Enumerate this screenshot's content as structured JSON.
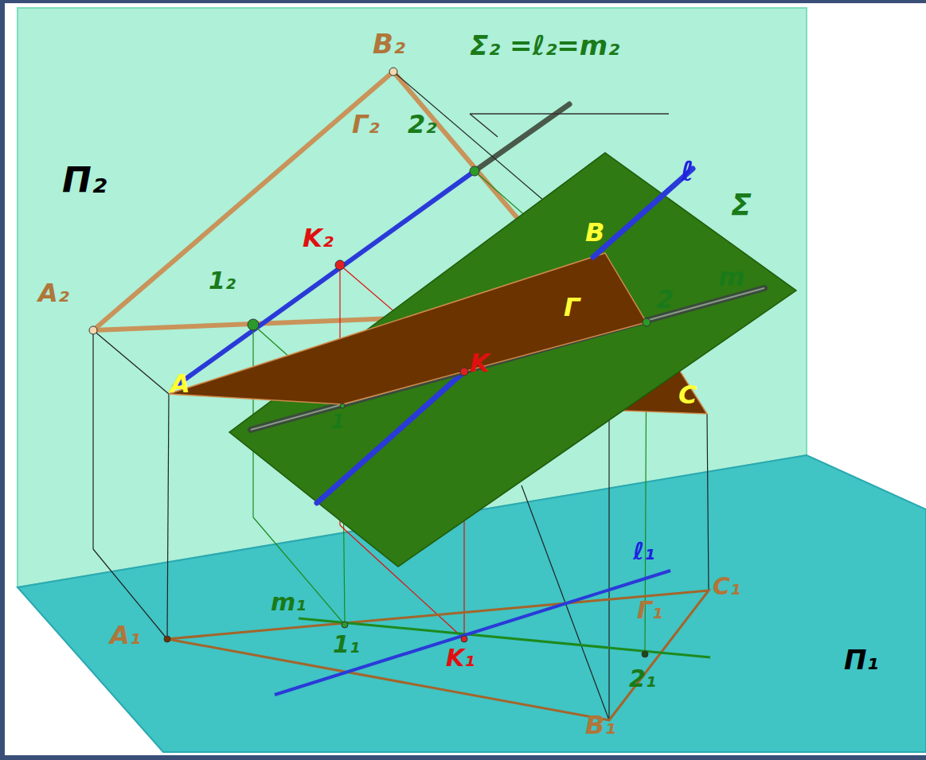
{
  "diagram": {
    "labels": [
      "Π₂",
      "B₂",
      "Σ₂ =ℓ₂=m₂",
      "Γ₂",
      "2₂",
      "K₂",
      "A₂",
      "1₂",
      "ℓ",
      "Σ",
      "B",
      "Γ",
      "2",
      "m",
      "A",
      "K",
      "1",
      "C",
      "m₁",
      "1₁",
      "K₁",
      "Γ₁",
      "C₁",
      "ℓ₁",
      "A₁",
      "2₁",
      "B₁",
      "Π₁"
    ]
  }
}
